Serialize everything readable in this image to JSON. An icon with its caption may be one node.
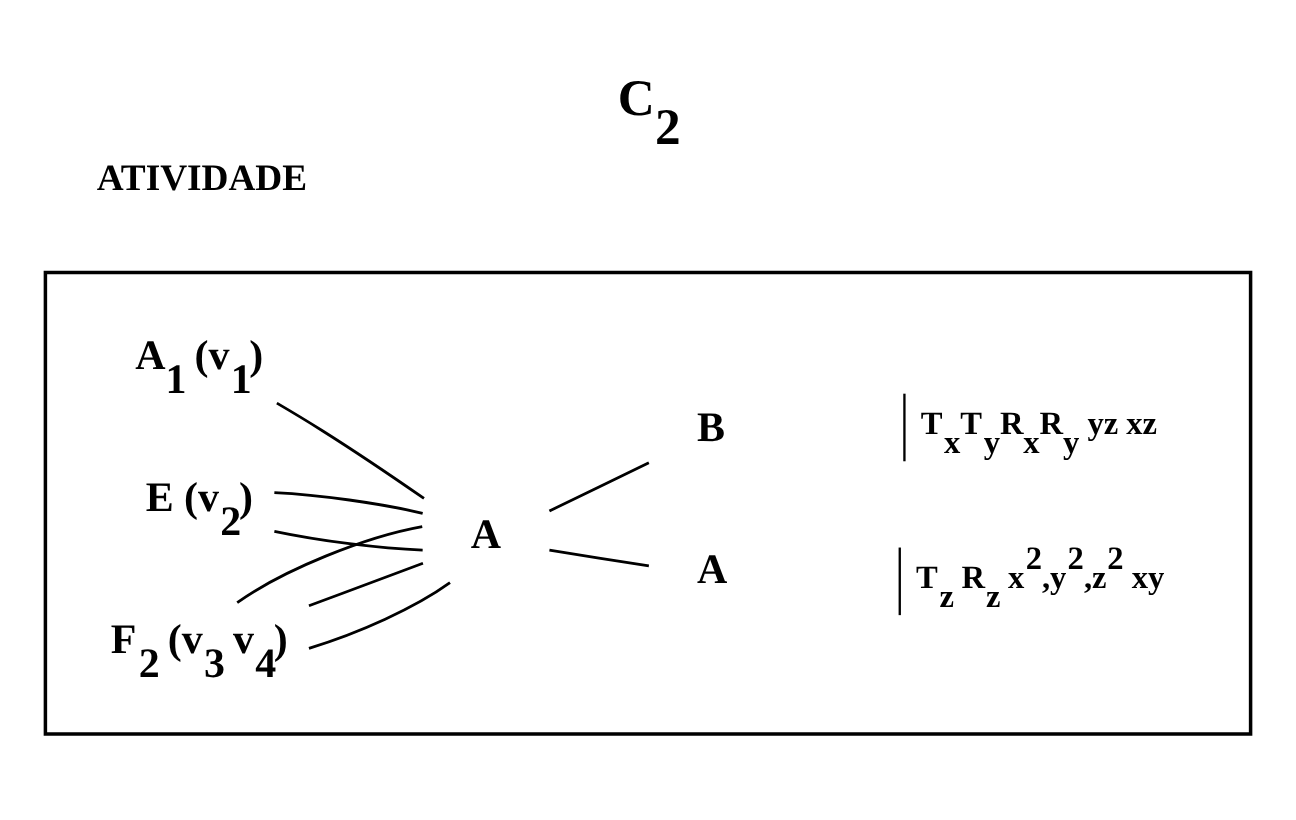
{
  "diagram": {
    "title": "C$_{2}$",
    "nodes": [
      {
        "text": [],
        "shape": "box"
      },
      {
        "text": [
          "A$_{1}$ (v$_{1}$)"
        ],
        "in": 0
      },
      {
        "text": [
          "E (v$_{2}$)"
        ],
        "in": 0
      },
      {
        "text": [
          "F$_{2}$ (v$_{3}$ v$_{4}$)"
        ],
        "in": 0
      },
      {
        "text": [
          "A"
        ],
        "in": 0
      },
      {
        "text": [
          "A"
        ],
        "in": 0
      },
      {
        "text": [
          "B"
        ],
        "in": 0
      }
    ],
    "edges": [
      {
        "from": 1,
        "to": 4,
        "arrow": "none"
      },
      {
        "from": 2,
        "to": 4,
        "arrow": "none"
      },
      {
        "from": 2,
        "to": 4,
        "arrow": "none"
      },
      {
        "from": 3,
        "to": 4,
        "arrow": "none"
      },
      {
        "from": 3,
        "to": 4,
        "arrow": "none"
      },
      {
        "from": 3,
        "to": 4,
        "arrow": "none"
      },
      {
        "from": 4,
        "to": 5,
        "arrow": "none"
      },
      {
        "from": 4,
        "to": 6,
        "arrow": "none"
      }
    ],
    "labels": [
      "ATIVIDADE",
      "T$_{z}$ R$_{z}$ x$^{2}$,y$^{2}$,z$^{2}$ xy",
      "T$_{x}$T$_{y}$R$_{x}$R$_{y}$ yz xz"
    ]
  }
}
